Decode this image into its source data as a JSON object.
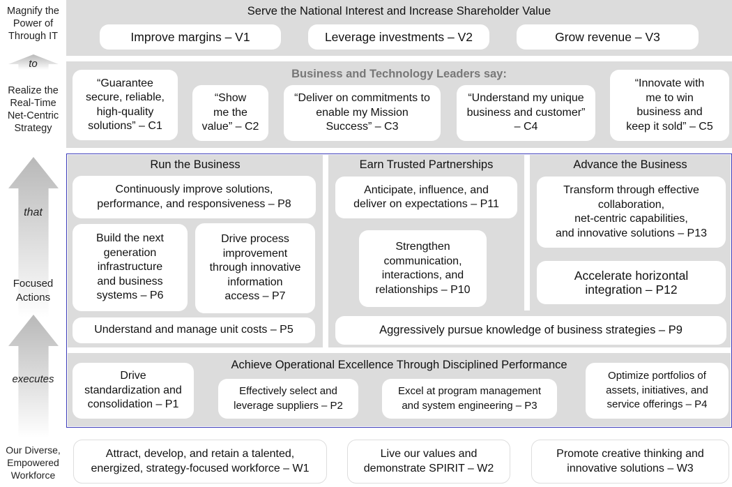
{
  "side": {
    "magnify": "Magnify the\nPower of\nThrough IT",
    "to": "to",
    "realize": "Realize the\nReal-Time\nNet-Centric\nStrategy",
    "that": "that",
    "focused": "Focused\nActions",
    "executes": "executes",
    "workforce": "Our Diverse,\nEmpowered\nWorkforce"
  },
  "value": {
    "title": "Serve the National Interest and Increase Shareholder Value",
    "items": [
      "Improve margins – V1",
      "Leverage investments – V2",
      "Grow revenue – V3"
    ]
  },
  "customer": {
    "title": "Business and Technology Leaders say:",
    "items": [
      "“Guarantee\nsecure, reliable,\nhigh-quality\nsolutions” – C1",
      "“Show\nme the\nvalue” – C2",
      "“Deliver on commitments to\nenable my Mission\nSuccess” – C3",
      "“Understand my unique\nbusiness and customer”\n– C4",
      "“Innovate with\nme to win\nbusiness and\nkeep it sold” – C5"
    ]
  },
  "run": {
    "title": "Run the Business",
    "p8": "Continuously improve solutions,\nperformance, and responsiveness – P8",
    "p6": "Build the next\ngeneration\ninfrastructure\nand business\nsystems – P6",
    "p7": "Drive process\nimprovement\nthrough innovative\ninformation\naccess – P7",
    "p5": "Understand and manage unit costs – P5"
  },
  "earn": {
    "title": "Earn Trusted Partnerships",
    "p11": "Anticipate, influence, and\ndeliver on expectations – P11",
    "p10": "Strengthen\ncommunication,\ninteractions, and\nrelationships – P10",
    "p9": "Aggressively pursue knowledge of business strategies – P9"
  },
  "advance": {
    "title": "Advance the Business",
    "p13": "Transform through effective\ncollaboration,\nnet-centric capabilities,\nand innovative solutions – P13",
    "p12": "Accelerate horizontal\nintegration – P12"
  },
  "ops": {
    "title": "Achieve Operational Excellence Through Disciplined Performance",
    "p1": "Drive\nstandardization and\nconsolidation – P1",
    "p2": "Effectively select and\nleverage suppliers – P2",
    "p3": "Excel at program management\nand system engineering – P3",
    "p4": "Optimize portfolios of\nassets, initiatives, and\nservice offerings – P4"
  },
  "workforce": {
    "items": [
      "Attract, develop, and retain a talented,\nenergized, strategy-focused workforce – W1",
      "Live our values and\ndemonstrate SPIRIT – W2",
      "Promote creative thinking and\ninnovative solutions – W3"
    ]
  },
  "colors": {
    "panel": "#dcdcdc",
    "frame": "#3a3ab8",
    "header_grey": "#777777"
  }
}
